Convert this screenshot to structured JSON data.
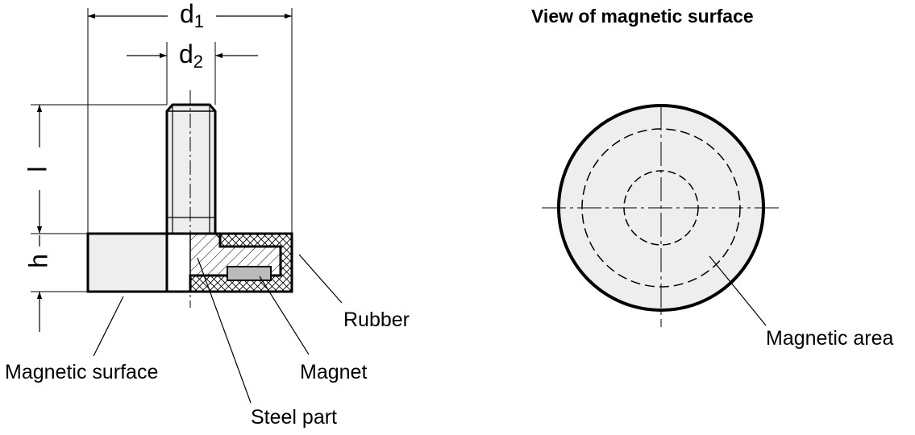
{
  "side_view": {
    "dimensions": {
      "d1": {
        "main": "d",
        "sub": "1"
      },
      "d2": {
        "main": "d",
        "sub": "2"
      },
      "l": "l",
      "h": "h"
    },
    "callouts": {
      "rubber": "Rubber",
      "magnet": "Magnet",
      "steel_part": "Steel part",
      "magnetic_surface": "Magnetic surface"
    }
  },
  "face_view": {
    "title": "View of magnetic surface",
    "callout": "Magnetic area"
  },
  "colors": {
    "line": "#000000",
    "fill_light": "#eeeeee",
    "magnet_fill": "#bbbbbb",
    "background": "#ffffff"
  }
}
